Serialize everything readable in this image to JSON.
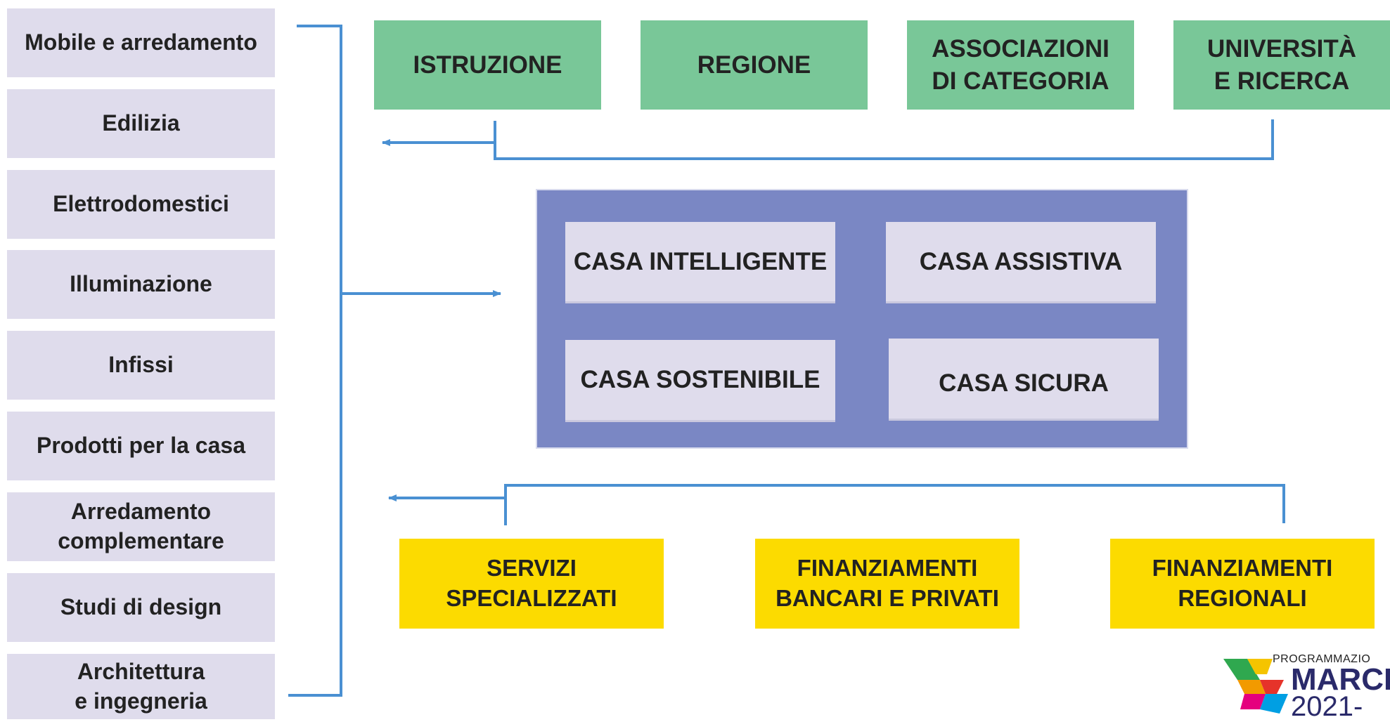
{
  "sectors": [
    "Mobile e arredamento",
    "Edilizia",
    "Elettrodomestici",
    "Illuminazione",
    "Infissi",
    "Prodotti per la casa",
    "Arredamento\ncomplementare",
    "Studi di design",
    "Architettura\ne ingegneria"
  ],
  "top_partners": [
    "ISTRUZIONE",
    "REGIONE",
    "ASSOCIAZIONI\nDI CATEGORIA",
    "UNIVERSITÀ\nE RICERCA"
  ],
  "center": {
    "items": [
      "CASA INTELLIGENTE",
      "CASA ASSISTIVA",
      "CASA SOSTENIBILE",
      "CASA SICURA"
    ]
  },
  "bottom_partners": [
    "SERVIZI\nSPECIALIZZATI",
    "FINANZIAMENTI\nBANCARI E PRIVATI",
    "FINANZIAMENTI\nREGIONALI"
  ],
  "logo": {
    "small_text": "PROGRAMMAZIO",
    "big_text": "MARCH",
    "year_text": "2021-"
  },
  "colors": {
    "sector_bg": "#dfdcec",
    "top_bg": "#79c798",
    "center_bg": "#7a87c4",
    "bottom_bg": "#fcdb00",
    "connector": "#4a90d2"
  }
}
